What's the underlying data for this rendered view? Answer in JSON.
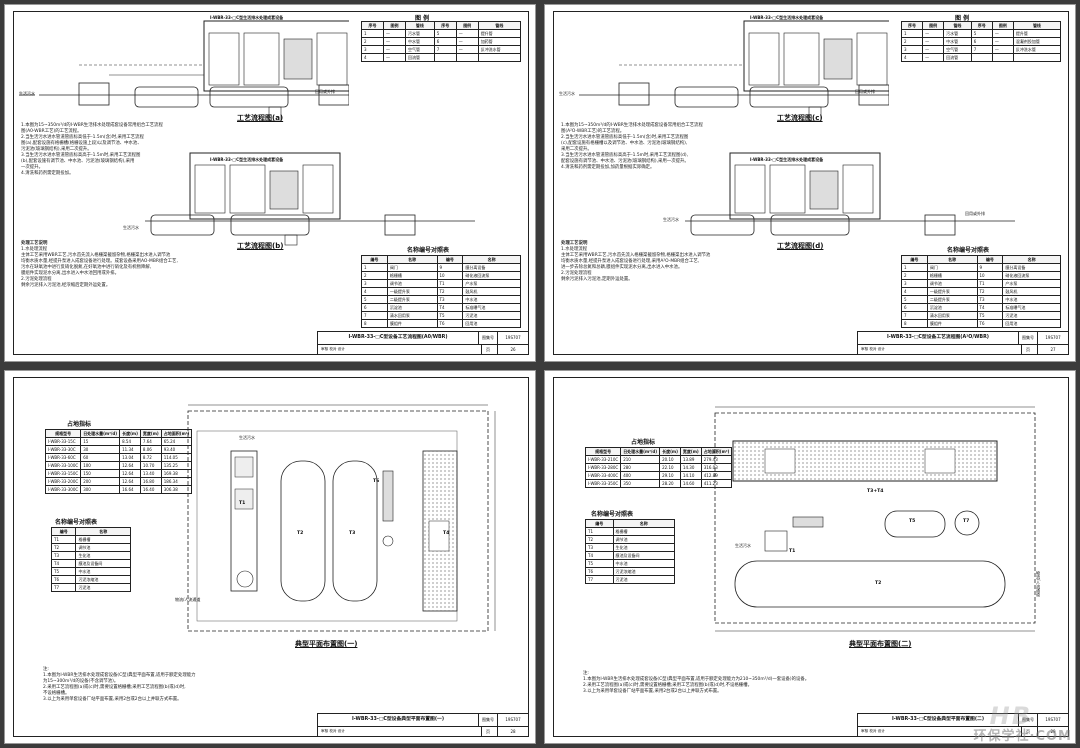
{
  "sheets": [
    {
      "flow_a_title": "工艺流程图(a)",
      "flow_b_title": "工艺流程图(b)",
      "equip_label": "I-WBR-33-□C型生活排水处理成套设备",
      "legend_title": "图 例",
      "legend_headers": [
        "序号",
        "图例",
        "管线",
        "序号",
        "图例",
        "管线"
      ],
      "legend_rows": [
        [
          "1",
          "—",
          "污水管",
          "5",
          "—",
          "提升管"
        ],
        [
          "2",
          "—",
          "中水管",
          "6",
          "—",
          "加药管"
        ],
        [
          "3",
          "—",
          "空气管",
          "7",
          "—",
          "反冲洗水管"
        ],
        [
          "4",
          "—",
          "回流管",
          "",
          "",
          ""
        ]
      ],
      "inlet_label": "生活污水",
      "outlet_label": "回用或外排",
      "notes": [
        "1.本图为15~350m³/d的I-WBR生活排水处理成套设备常用组合工艺流程",
        "  图(A0-WBR工艺)的工艺流程。",
        "2.当生活污水进水管道管底标高低于-1.5m(含)时,采用工艺流程",
        "  图(a),配套设施有格栅槽(格栅设施上段)以及调节池、中水池、",
        "  污泥池(玻璃钢结构),采用二次提升。",
        "3.当生活污水进水管道管底标高高于-1.5m时,采用工艺流程图",
        "  (b),配套设施有调节池、中水池、污泥池(玻璃钢结构),采用",
        "  一次提升。",
        "4.清洗和药剂需定期投加。"
      ],
      "names_title": "名称编号对照表",
      "names_rows": [
        [
          "编号",
          "名称",
          "编号",
          "名称"
        ],
        [
          "1",
          "阀门",
          "9",
          "膜分离设备"
        ],
        [
          "2",
          "格栅槽",
          "10",
          "硝化液回流泵"
        ],
        [
          "3",
          "调节池",
          "T1",
          "产水泵"
        ],
        [
          "4",
          "一级提升泵",
          "T2",
          "鼓风机"
        ],
        [
          "5",
          "二级提升泵",
          "T3",
          "中水池"
        ],
        [
          "6",
          "沉淀池",
          "T4",
          "标准曝气池"
        ],
        [
          "7",
          "清水回用泵",
          "T5",
          "污泥池"
        ],
        [
          "8",
          "膜组件",
          "T6",
          "回用池"
        ]
      ],
      "desc_title": "处理工艺说明",
      "desc_lines": [
        "1.水处理流程",
        "主体工艺采用WBR工艺,污水首先流入格栅渠截留杂物,格栅渠出水进入调节池",
        "均衡水质水量,经提升泵进入成套设备进行处理。成套设备采用AO-MBR组合工艺,",
        "污水在缺氧池中进行反硝化脱氮,在好氧池中进行硝化及有机物降解,",
        "膜组件实现泥水分离,出水进入中水池回用或外排。",
        "2.污泥处理流程",
        "剩余污泥排入污泥池,经浓缩后定期外运处置。"
      ],
      "title_block": "I-WBR-33-□C型设备工艺流程图(A0/WBR)",
      "code_label": "图集号",
      "code": "19S707",
      "sign_line": "审核 校对 设计",
      "page_label": "页",
      "page": "26"
    },
    {
      "flow_c_title": "工艺流程图(c)",
      "flow_d_title": "工艺流程图(d)",
      "equip_label": "I-WBR-33-□C型生活排水处理成套设备",
      "legend_title": "图 例",
      "legend_headers": [
        "序号",
        "图例",
        "管线",
        "序号",
        "图例",
        "管线"
      ],
      "legend_rows": [
        [
          "1",
          "—",
          "污水管",
          "5",
          "—",
          "提升管"
        ],
        [
          "2",
          "—",
          "中水管",
          "6",
          "—",
          "混凝剂投加管"
        ],
        [
          "3",
          "—",
          "空气管",
          "7",
          "—",
          "反冲洗水管"
        ],
        [
          "4",
          "—",
          "回流管",
          "",
          "",
          ""
        ]
      ],
      "inlet_label": "生活污水",
      "outlet_label": "回用或外排",
      "notes": [
        "1.本图为15~350m³/d的I-WBR生活排水处理成套设备常用组合工艺流程",
        "  图(A²O-WBR工艺)的工艺流程。",
        "2.当生活污水进水管道管底标高低于-1.5m(含)时,采用工艺流程图",
        "  (c),配套设施有格栅槽以及调节池、中水池、污泥池(玻璃钢结构),",
        "  采用二次提升。",
        "3.当生活污水进水管道管底标高高于-1.5m时,采用工艺流程图(d),",
        "  配套设施有调节池、中水池、污泥池(玻璃钢结构),采用一次提升。",
        "4.清洗和药剂需定期投加,加药量根据实际确定。"
      ],
      "names_title": "名称编号对照表",
      "names_rows": [
        [
          "编号",
          "名称",
          "编号",
          "名称"
        ],
        [
          "1",
          "阀门",
          "9",
          "膜分离设备"
        ],
        [
          "2",
          "格栅槽",
          "10",
          "硝化液回流泵"
        ],
        [
          "3",
          "调节池",
          "T1",
          "产水泵"
        ],
        [
          "4",
          "一级提升泵",
          "T2",
          "鼓风机"
        ],
        [
          "5",
          "二级提升泵",
          "T3",
          "中水池"
        ],
        [
          "6",
          "沉淀池",
          "T4",
          "标准曝气池"
        ],
        [
          "7",
          "清水回用泵",
          "T5",
          "污泥池"
        ],
        [
          "8",
          "膜组件",
          "T6",
          "回用池"
        ]
      ],
      "desc_title": "处理工艺说明",
      "desc_lines": [
        "1.水处理流程",
        "主体工艺采用WBR工艺,污水首先流入格栅渠截留杂物,格栅渠出水进入调节池",
        "均衡水质水量,经提升泵进入成套设备进行处理,采用A²O-MBR组合工艺,",
        "进一步去除总氮和总磷,膜组件实现泥水分离,出水进入中水池。",
        "2.污泥处理流程",
        "剩余污泥排入污泥池,定期外运处置。"
      ],
      "title_block": "I-WBR-33-□C型设备工艺流程图(A²O/WBR)",
      "code_label": "图集号",
      "code": "19S707",
      "sign_line": "审核 校对 设计",
      "page_label": "页",
      "page": "27"
    },
    {
      "footprint_title": "占地指标",
      "footprint_headers": [
        "规格型号",
        "日处理水量(m³/d)",
        "长度(m)",
        "宽度(m)",
        "占地面积(m²)"
      ],
      "footprint_rows": [
        [
          "I-WBR-33-15C",
          "15",
          "8.54",
          "7.64",
          "65.24"
        ],
        [
          "I-WBR-33-30C",
          "30",
          "11.34",
          "8.06",
          "93.40"
        ],
        [
          "I-WBR-33-60C",
          "60",
          "13.04",
          "8.72",
          "114.05"
        ],
        [
          "I-WBR-33-100C",
          "100",
          "12.64",
          "10.70",
          "135.25"
        ],
        [
          "I-WBR-33-150C",
          "150",
          "12.64",
          "13.40",
          "169.38"
        ],
        [
          "I-WBR-33-200C",
          "200",
          "12.64",
          "16.80",
          "186.34"
        ],
        [
          "I-WBR-33-300C",
          "300",
          "16.64",
          "16.40",
          "306.38"
        ]
      ],
      "names_title": "名称编号对照表",
      "names_rows": [
        [
          "编号",
          "名称"
        ],
        [
          "T1",
          "格栅槽"
        ],
        [
          "T2",
          "调节池"
        ],
        [
          "T3",
          "生化池"
        ],
        [
          "T4",
          "膜池及设备间"
        ],
        [
          "T5",
          "中水池"
        ],
        [
          "T6",
          "污泥浓缩池"
        ],
        [
          "T7",
          "污泥池"
        ]
      ],
      "plan_title": "典型平面布置图(一)",
      "road_label": "物流/人流通道",
      "inlet_label": "生活污水",
      "notes": [
        "注:",
        "1.本图为I-WBR生活排水处理成套设备(C型)典型平面布置,适用于额定处理能力",
        "  为15~300m³/d的设备(不含调节池)。",
        "2.采用工艺流程图(a)或(c)时,需要设置格栅槽;采用工艺流程图(b)或(d)时,",
        "  不设格栅槽。",
        "3.以上为采用单套设备厂站平面布置,采用2台或2台以上并联方式布置。"
      ],
      "title_block": "I-WBR-33-□C型设备典型平面布置图(一)",
      "code_label": "图集号",
      "code": "19S707",
      "sign_line": "审核 校对 设计",
      "page_label": "页",
      "page": "28"
    },
    {
      "footprint_title": "占地指标",
      "footprint_headers": [
        "规格型号",
        "日处理水量(m³/d)",
        "长度(m)",
        "宽度(m)",
        "占地面积(m²)"
      ],
      "footprint_rows": [
        [
          "I-WBR-33-210C",
          "210",
          "20.10",
          "13.89",
          "279.43"
        ],
        [
          "I-WBR-33-280C",
          "280",
          "22.10",
          "14.30",
          "316.03"
        ],
        [
          "I-WBR-33-400C",
          "400",
          "29.10",
          "14.10",
          "412.89"
        ],
        [
          "I-WBR-33-350C",
          "350",
          "28.20",
          "14.60",
          "411.23"
        ]
      ],
      "names_title": "名称编号对照表",
      "names_rows": [
        [
          "编号",
          "名称"
        ],
        [
          "T1",
          "格栅槽"
        ],
        [
          "T2",
          "调节池"
        ],
        [
          "T3",
          "生化池"
        ],
        [
          "T4",
          "膜池及设备间"
        ],
        [
          "T5",
          "中水池"
        ],
        [
          "T6",
          "污泥浓缩池"
        ],
        [
          "T7",
          "污泥池"
        ]
      ],
      "plan_title": "典型平面布置图(二)",
      "road_label": "物流/人流通道",
      "inlet_label": "生活污水",
      "equip_label": "T3+T4",
      "notes": [
        "注:",
        "1.本图为I-WBR生活排水处理成套设备(C型)典型平面布置,适用于额定处理能力为210~350m³/d(一套设备)的设备。",
        "2.采用工艺流程图(a)或(c)时,需要设置格栅槽;采用工艺流程图(b)或(d)时,不设格栅槽。",
        "3.以上为采用单套设备厂站平面布置,采用2台或2台以上并联方式布置。"
      ],
      "title_block": "I-WBR-33-□C型设备典型平面布置图(二)",
      "code_label": "图集号",
      "code": "19S707",
      "sign_line": "审核 校对 设计",
      "page_label": "页",
      "page": "29"
    }
  ],
  "watermark": "环保学社·COM",
  "watermark_logo": "HB"
}
